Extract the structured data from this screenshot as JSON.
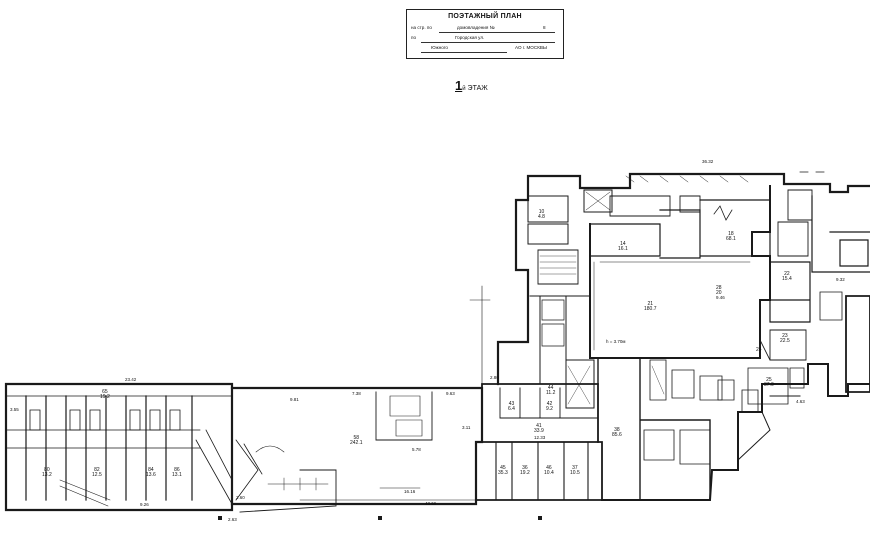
{
  "stamp": {
    "title": "ПОЭТАЖНЫЙ ПЛАН",
    "line1_left": "на стр. по",
    "line1_right": "домовладения №",
    "line1_value": "8",
    "line2_left": "по",
    "line2_value": "Городская ул.",
    "line3_value": "Южного",
    "line3_right": "АО г. МОСКВЫ"
  },
  "floor": {
    "number": "1",
    "sup": "й",
    "label": "ЭТАЖ"
  },
  "dimensions": {
    "top_total": "36.32",
    "bottom_total": "43.66",
    "left_block": "23.42",
    "d_9_81": "9.81",
    "d_7_38": "7.38",
    "d_9_63": "9.63",
    "d_3_11": "3.11",
    "d_5_78": "5.78",
    "d_2_80": "2.80",
    "d_9_32": "9.32",
    "d_4_63": "4.63",
    "d_9_46": "9.46",
    "d_9_26": "9.26",
    "d_2_63": "2.63",
    "d_16_16": "16.16",
    "d_12_33": "12.33",
    "d_2_60": "2.60",
    "d_3_55": "3.55"
  },
  "rooms": [
    {
      "n": "21",
      "a": "180.7"
    },
    {
      "n": "18",
      "a": "68.1"
    },
    {
      "n": "28",
      "a": "20"
    },
    {
      "n": "38",
      "a": "85.6"
    },
    {
      "n": "58",
      "a": "242.1"
    },
    {
      "n": "41",
      "a": "33.9"
    },
    {
      "n": "45",
      "a": "35.3"
    },
    {
      "n": "46",
      "a": "10.4"
    },
    {
      "n": "37",
      "a": "10.5"
    },
    {
      "n": "36",
      "a": "19.2"
    },
    {
      "n": "44",
      "a": "11.2"
    },
    {
      "n": "42",
      "a": "9.2"
    },
    {
      "n": "43",
      "a": "6.4"
    },
    {
      "n": "14",
      "a": "16.1"
    },
    {
      "n": "23",
      "a": "22.5"
    },
    {
      "n": "22",
      "a": "15.4"
    },
    {
      "n": "10",
      "a": "4.8"
    },
    {
      "n": "65",
      "a": "19.2"
    },
    {
      "n": "80",
      "a": "13.2"
    },
    {
      "n": "86",
      "a": "13.1"
    },
    {
      "n": "82",
      "a": "12.5"
    },
    {
      "n": "84",
      "a": "13.6"
    },
    {
      "n": "24",
      "a": ""
    },
    {
      "n": "25",
      "a": "37.0"
    }
  ],
  "labels": {
    "h_label": "h = 3.70м"
  }
}
